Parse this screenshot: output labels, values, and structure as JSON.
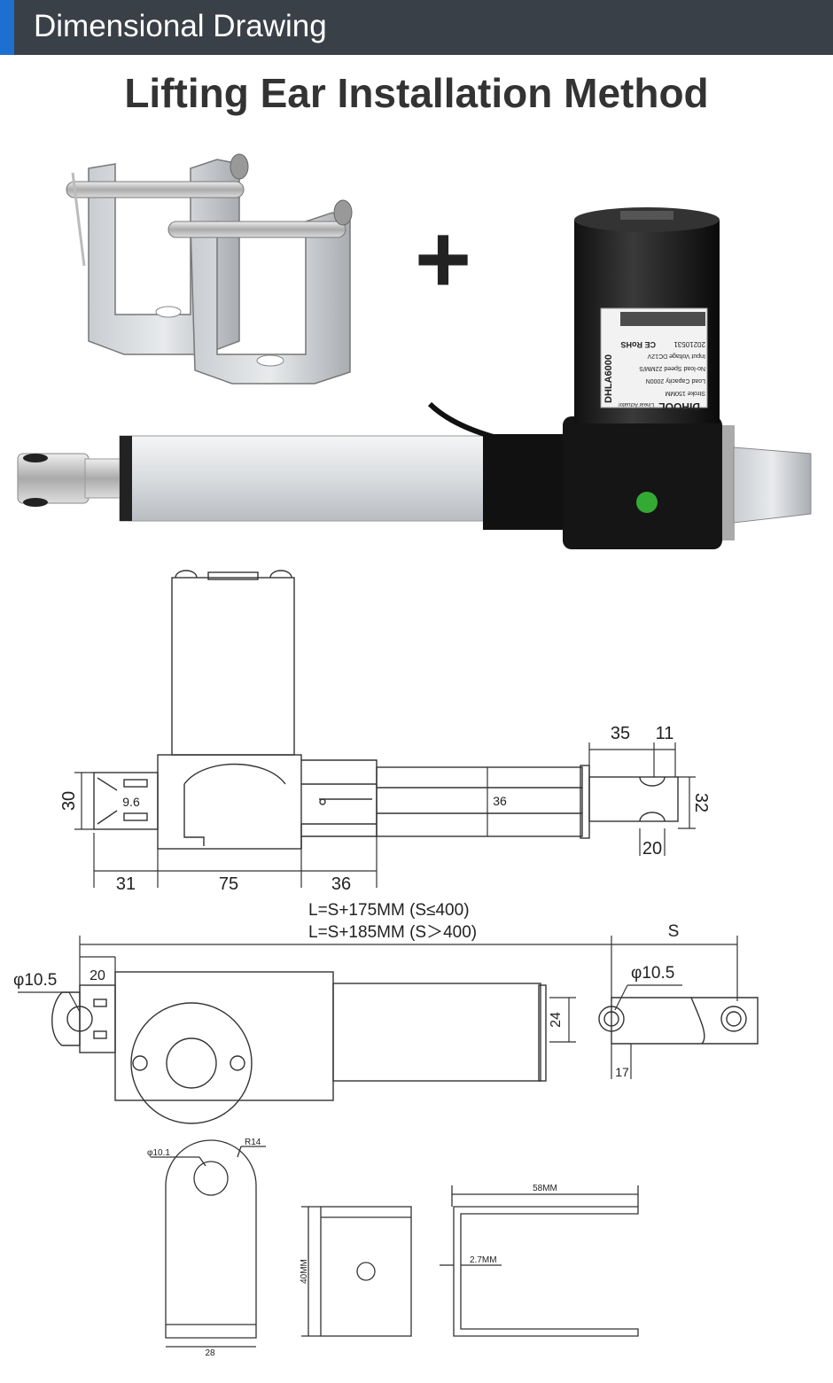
{
  "header": {
    "title": "Dimensional Drawing",
    "accent_color": "#1d6fd0",
    "bg_color": "#3a4048"
  },
  "subtitle": "Lifting Ear Installation Method",
  "plus_sign": "+",
  "actuator_label": {
    "brand": "DIHOOL",
    "model": "DHLA6000",
    "type": "Linear Actuator",
    "rows": [
      "Stroke 150MM",
      "Load Capacity 2000N",
      "No-load Speed 22MM/S",
      "Input Voltage DC12V"
    ],
    "cert": "CE RoHS",
    "serial": "20210531"
  },
  "side_view": {
    "dim_35": "35",
    "dim_11": "11",
    "dim_32": "32",
    "dim_20": "20",
    "dim_30": "30",
    "dim_9_6": "9.6",
    "dim_36_inner": "36",
    "dim_31": "31",
    "dim_75": "75",
    "dim_36": "36"
  },
  "length_formula": {
    "line1": "L=S+175MM   (S≤400)",
    "line2": "L=S+185MM   (S＞400)",
    "stroke": "S"
  },
  "top_view": {
    "phi_left": "φ10.5",
    "dim_20": "20",
    "dim_24": "24",
    "phi_right": "φ10.5",
    "dim_17": "17"
  },
  "bracket": {
    "phi": "φ10.1",
    "radius": "R14",
    "width": "28",
    "height": "40MM",
    "length": "58MM",
    "thickness": "2.7MM"
  }
}
